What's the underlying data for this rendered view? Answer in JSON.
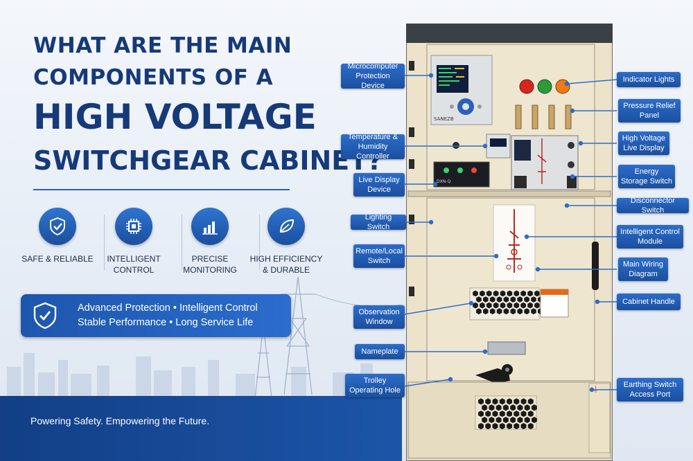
{
  "title": {
    "line1": "WHAT ARE THE MAIN",
    "line2": "COMPONENTS OF A",
    "line3": "HIGH VOLTAGE",
    "line4": "SWITCHGEAR CABINET?"
  },
  "features": [
    {
      "label": "SAFE & RELIABLE",
      "icon": "shield-check-icon"
    },
    {
      "label": "INTELLIGENT CONTROL",
      "icon": "chip-icon"
    },
    {
      "label": "PRECISE MONITORING",
      "icon": "bar-chart-icon"
    },
    {
      "label": "HIGH EFFICIENCY & DURABLE",
      "icon": "leaf-icon"
    }
  ],
  "banner": {
    "line1": "Advanced Protection • Intelligent Control",
    "line2": "Stable Performance • Long Service Life"
  },
  "tagline": "Powering Safety. Empowering the Future.",
  "callouts": {
    "microcomputer": "Microcomputer Protection Device",
    "temperature": "Temperature & Humidity Controller",
    "live_display_device": "Live Display Device",
    "lighting_switch": "Lighting Switch",
    "remote_local": "Remote/Local Switch",
    "observation": "Observation Window",
    "nameplate": "Nameplate",
    "trolley": "Trolley Operating Hole",
    "indicator_lights": "Indicator Lights",
    "pressure_relief": "Pressure Relief Panel",
    "hv_live_display": "High Voltage Live Display",
    "energy_storage": "Energy Storage Switch",
    "disconnector": "Disconnector Switch",
    "intelligent_module": "Intelligent Control Module",
    "main_wiring": "Main Wiring Diagram",
    "cabinet_handle": "Cabinet Handle",
    "earthing": "Earthing Switch Access Port"
  },
  "device": {
    "brand": "SANEZB",
    "panel_label": "DXN-Q"
  },
  "colors": {
    "navy": "#163a78",
    "accent_blue": "#2c6dc9",
    "cabinet_beige": "#ece2c8",
    "light_red": "#d8261f",
    "light_green": "#2e9a3a",
    "light_orange": "#f07a16"
  }
}
